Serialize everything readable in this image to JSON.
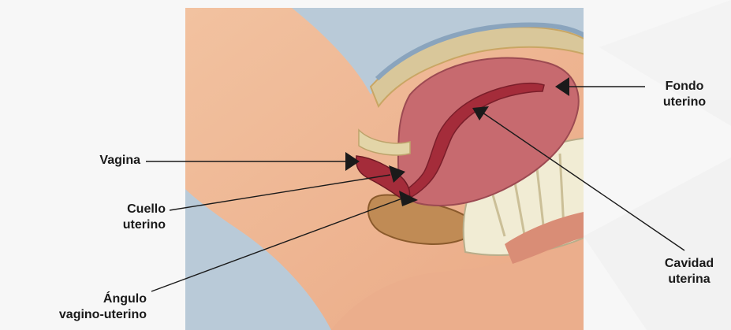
{
  "labels": {
    "vagina": "Vagina",
    "cuello": [
      "Cuello",
      "uterino"
    ],
    "angulo": [
      "Ángulo",
      "vagino-uterino"
    ],
    "fondo": [
      "Fondo",
      "uterino"
    ],
    "cavidad": [
      "Cavidad",
      "uterina"
    ]
  },
  "colors": {
    "background": "#f7f7f7",
    "panel_blue": "#b9cad8",
    "skin": "#f0b896",
    "uterus_wall": "#c76a6f",
    "uterine_cavity": "#a42c3a",
    "bladder": "#c08b55",
    "bone": "#f1ecd4",
    "arrow": "#1a1a1a"
  },
  "icons": [
    "arrow-head-icon"
  ]
}
